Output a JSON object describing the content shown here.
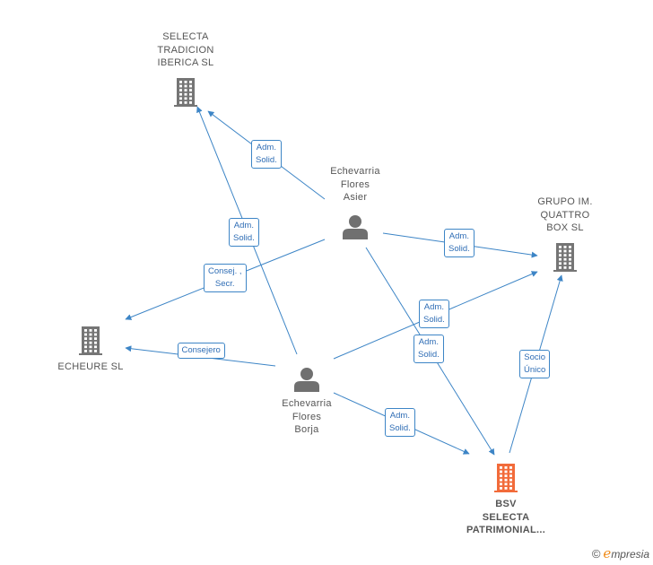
{
  "colors": {
    "edge": "#3d85c6",
    "company": "#757575",
    "company_main": "#f26b3a",
    "person": "#707070"
  },
  "nodes": [
    {
      "id": "selecta",
      "type": "company-icon",
      "lines": [
        "SELECTA",
        "TRADICION",
        "IBERICA  SL"
      ]
    },
    {
      "id": "grupo",
      "type": "company-icon",
      "lines": [
        "GRUPO IM.",
        "QUATTRO",
        "BOX  SL"
      ]
    },
    {
      "id": "echeure",
      "type": "company-icon",
      "lines": [
        "ECHEURE  SL"
      ]
    },
    {
      "id": "bsv",
      "type": "company-icon-main",
      "lines": [
        "BSV",
        "SELECTA",
        "PATRIMONIAL..."
      ]
    },
    {
      "id": "asier",
      "type": "person-icon",
      "lines": [
        "Echevarria",
        "Flores",
        "Asier"
      ]
    },
    {
      "id": "borja",
      "type": "person-icon",
      "lines": [
        "Echevarria",
        "Flores",
        "Borja"
      ]
    }
  ],
  "edges": [
    {
      "from": "asier",
      "to": "selecta",
      "lines": [
        "Adm.",
        "Solid."
      ]
    },
    {
      "from": "borja",
      "to": "selecta",
      "lines": [
        "Adm.",
        "Solid."
      ]
    },
    {
      "from": "asier",
      "to": "echeure",
      "lines": [
        "Consej. ,",
        "Secr."
      ]
    },
    {
      "from": "borja",
      "to": "echeure",
      "lines": [
        "Consejero"
      ]
    },
    {
      "from": "asier",
      "to": "grupo",
      "lines": [
        "Adm.",
        "Solid."
      ]
    },
    {
      "from": "borja",
      "to": "grupo",
      "lines": [
        "Adm.",
        "Solid."
      ]
    },
    {
      "from": "asier",
      "to": "bsv",
      "lines": [
        "Adm.",
        "Solid."
      ]
    },
    {
      "from": "borja",
      "to": "bsv",
      "lines": [
        "Adm.",
        "Solid."
      ]
    },
    {
      "from": "bsv",
      "to": "grupo",
      "lines": [
        "Socio",
        "Único"
      ]
    }
  ],
  "footer": {
    "copyright": "©",
    "brand_first": "e",
    "brand_rest": "mpresia"
  }
}
